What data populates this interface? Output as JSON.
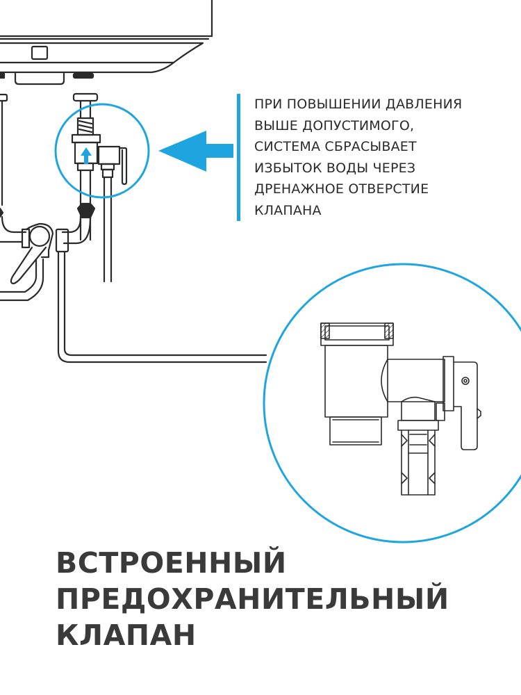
{
  "colors": {
    "accent": "#1ea5e0",
    "line": "#2a2a2a",
    "title_text": "#3a3a3a",
    "body_text": "#2a2a2a",
    "background": "#ffffff"
  },
  "callout": {
    "lines": [
      "ПРИ ПОВЫШЕНИИ ДАВЛЕНИЯ",
      "ВЫШЕ ДОПУСТИМОГО,",
      "СИСТЕМА СБРАСЫВАЕТ",
      "ИЗБЫТОК ВОДЫ ЧЕРЕЗ",
      "ДРЕНАЖНОЕ ОТВЕРСТИЕ",
      "КЛАПАНА"
    ]
  },
  "title": {
    "lines": [
      "ВСТРОЕННЫЙ",
      "ПРЕДОХРАНИТЕЛЬНЫЙ",
      "КЛАПАН"
    ]
  },
  "icons": {
    "pointer_arrow": "arrow-left-icon",
    "flow_arrow": "arrow-up-icon"
  }
}
